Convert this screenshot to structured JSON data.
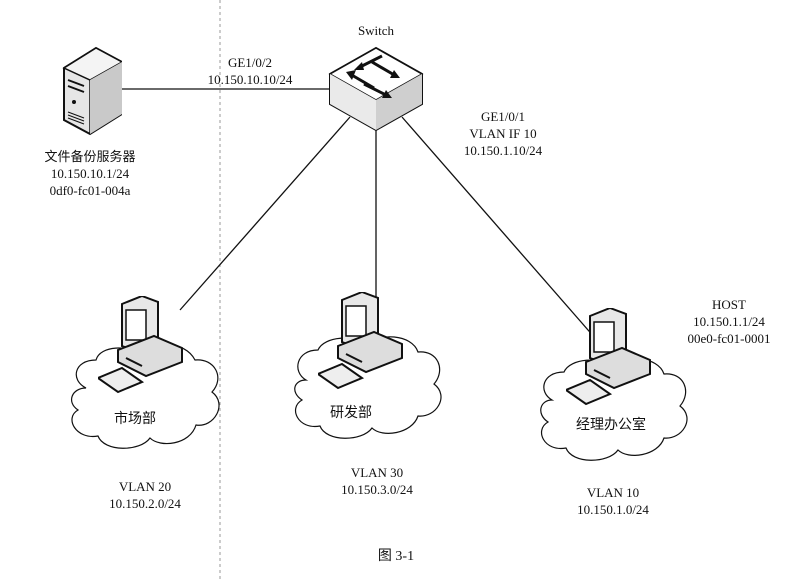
{
  "figure_caption": "图 3-1",
  "switch": {
    "name": "Switch",
    "icon": "switch-icon",
    "port_server": {
      "port": "GE1/0/2",
      "ip": "10.150.10.10/24"
    },
    "port_host": {
      "port": "GE1/0/1",
      "vlanif": "VLAN IF 10",
      "ip": "10.150.1.10/24"
    }
  },
  "server": {
    "icon": "server-icon",
    "name": "文件备份服务器",
    "ip": "10.150.10.1/24",
    "mac": "0df0-fc01-004a"
  },
  "host": {
    "name": "HOST",
    "ip": "10.150.1.1/24",
    "mac": "00e0-fc01-0001"
  },
  "departments": [
    {
      "name": "市场部",
      "vlan": "VLAN 20",
      "subnet": "10.150.2.0/24",
      "icon": "pc-icon"
    },
    {
      "name": "研发部",
      "vlan": "VLAN 30",
      "subnet": "10.150.3.0/24",
      "icon": "pc-icon"
    },
    {
      "name": "经理办公室",
      "vlan": "VLAN 10",
      "subnet": "10.150.1.0/24",
      "icon": "pc-icon"
    }
  ]
}
